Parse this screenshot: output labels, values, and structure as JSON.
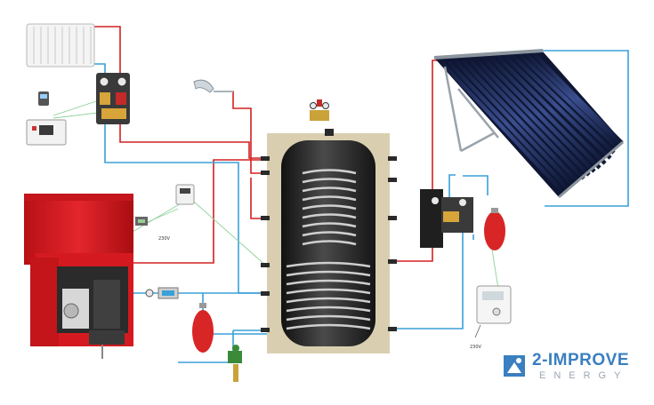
{
  "labels": {
    "boiler_sensor_voltage": "230V",
    "solar_controller_voltage": "230V"
  },
  "brand": {
    "name": "2-IMPROVE",
    "tagline": "ENERGY",
    "accent": "#3a7fc0"
  },
  "colors": {
    "hot_pipe": "#d42020",
    "cold_pipe": "#3aa0d8",
    "signal_wire": "#8fd19a",
    "boiler": "#d8191f",
    "tank_insulation": "#d9cfb0",
    "tank_body": "#2a2a2a",
    "expansion_vessel": "#d82525",
    "solar_collector": "#1c2a55"
  }
}
